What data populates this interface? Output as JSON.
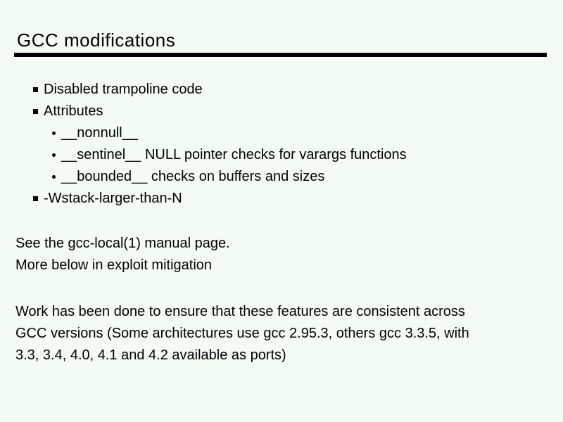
{
  "slide": {
    "title": "GCC modifications",
    "colors": {
      "background": "#f4faf4",
      "text": "#000000",
      "rule": "#000000"
    },
    "bullets": [
      {
        "level": 1,
        "marker": "square-bullet",
        "text": "Disabled trampoline code"
      },
      {
        "level": 1,
        "marker": "square-bullet",
        "text": "Attributes"
      },
      {
        "level": 2,
        "marker": "dot-bullet",
        "text": "__nonnull__"
      },
      {
        "level": 2,
        "marker": "dot-bullet",
        "text": "__sentinel__ NULL pointer checks for varargs functions"
      },
      {
        "level": 2,
        "marker": "dot-bullet",
        "text": "__bounded__ checks on buffers and sizes"
      },
      {
        "level": 1,
        "marker": "square-bullet",
        "text": "-Wstack-larger-than-N"
      }
    ],
    "paragraphs": [
      {
        "lines": [
          "See the gcc-local(1) manual page.",
          "More below in exploit mitigation"
        ]
      },
      {
        "lines": [
          "Work has been done to ensure that these features are consistent across",
          "GCC versions (Some architectures use gcc 2.95.3, others gcc 3.3.5, with",
          "3.3, 3.4, 4.0, 4.1 and 4.2 available as ports)"
        ]
      }
    ]
  }
}
